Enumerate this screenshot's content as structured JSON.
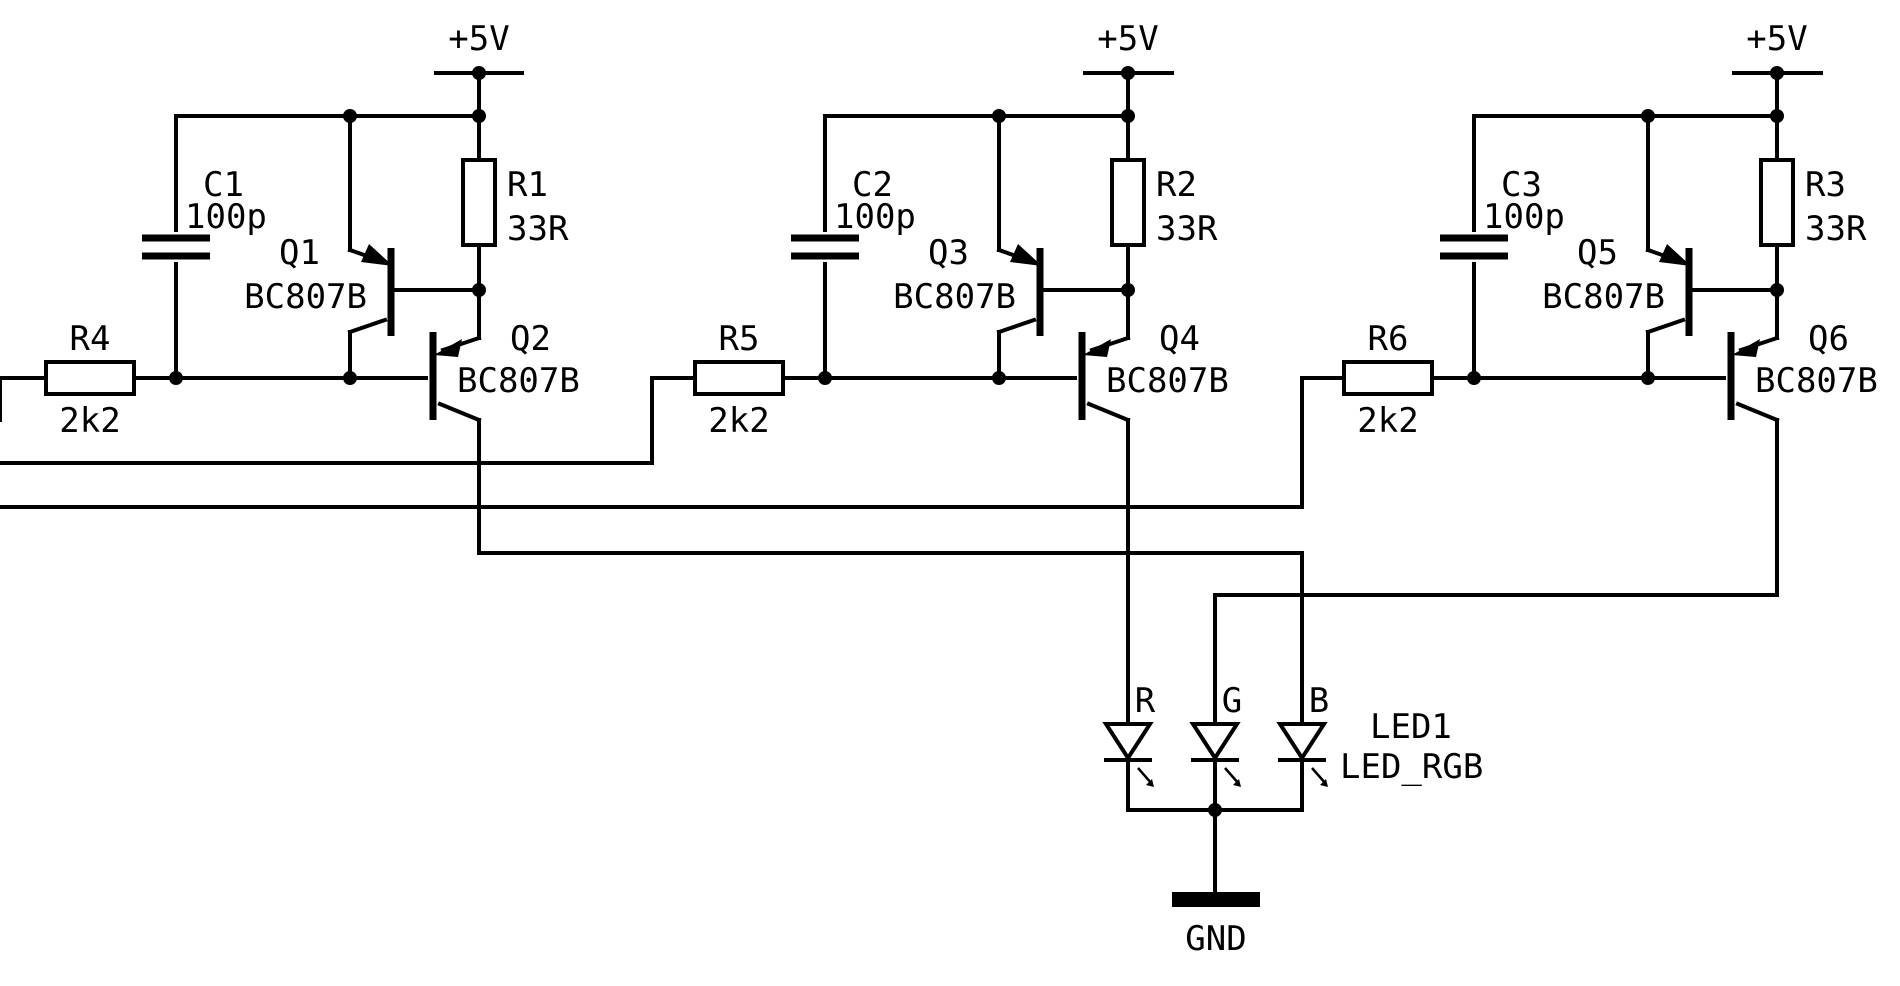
{
  "stages": [
    {
      "supply": "+5V",
      "cap": {
        "ref": "C1",
        "value": "100p"
      },
      "res_top": {
        "ref": "R1",
        "value": "33R"
      },
      "q_small": {
        "ref": "Q1",
        "part": "BC807B"
      },
      "q_main": {
        "ref": "Q2",
        "part": "BC807B"
      },
      "res_in": {
        "ref": "R4",
        "value": "2k2"
      }
    },
    {
      "supply": "+5V",
      "cap": {
        "ref": "C2",
        "value": "100p"
      },
      "res_top": {
        "ref": "R2",
        "value": "33R"
      },
      "q_small": {
        "ref": "Q3",
        "part": "BC807B"
      },
      "q_main": {
        "ref": "Q4",
        "part": "BC807B"
      },
      "res_in": {
        "ref": "R5",
        "value": "2k2"
      }
    },
    {
      "supply": "+5V",
      "cap": {
        "ref": "C3",
        "value": "100p"
      },
      "res_top": {
        "ref": "R3",
        "value": "33R"
      },
      "q_small": {
        "ref": "Q5",
        "part": "BC807B"
      },
      "q_main": {
        "ref": "Q6",
        "part": "BC807B"
      },
      "res_in": {
        "ref": "R6",
        "value": "2k2"
      }
    }
  ],
  "led": {
    "ref": "LED1",
    "part": "LED_RGB",
    "pins": [
      "R",
      "G",
      "B"
    ]
  },
  "ground": {
    "label": "GND"
  }
}
